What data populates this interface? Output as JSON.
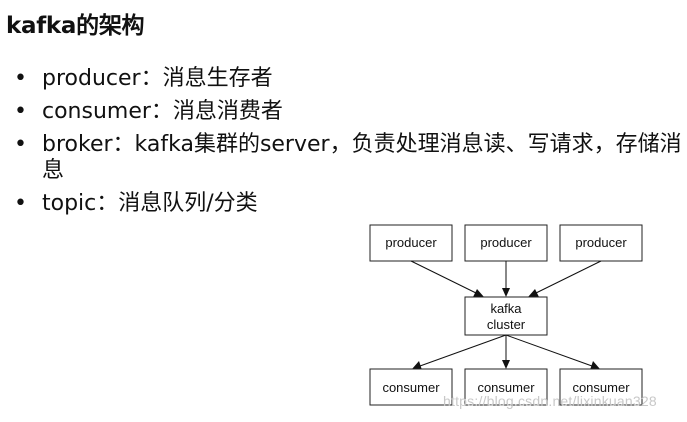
{
  "title": "kafka的架构",
  "bullets": [
    {
      "text": "producer：消息生存者"
    },
    {
      "text": "consumer：消息消费者"
    },
    {
      "text": "broker：kafka集群的server，负责处理消息读、写请求，存储消息"
    },
    {
      "text": "topic：消息队列/分类"
    }
  ],
  "diagram": {
    "producers": [
      "producer",
      "producer",
      "producer"
    ],
    "broker_lines": [
      "kafka",
      "cluster"
    ],
    "consumers": [
      "consumer",
      "consumer",
      "consumer"
    ]
  },
  "watermark": "https://blog.csdn.net/lixinkuan328"
}
